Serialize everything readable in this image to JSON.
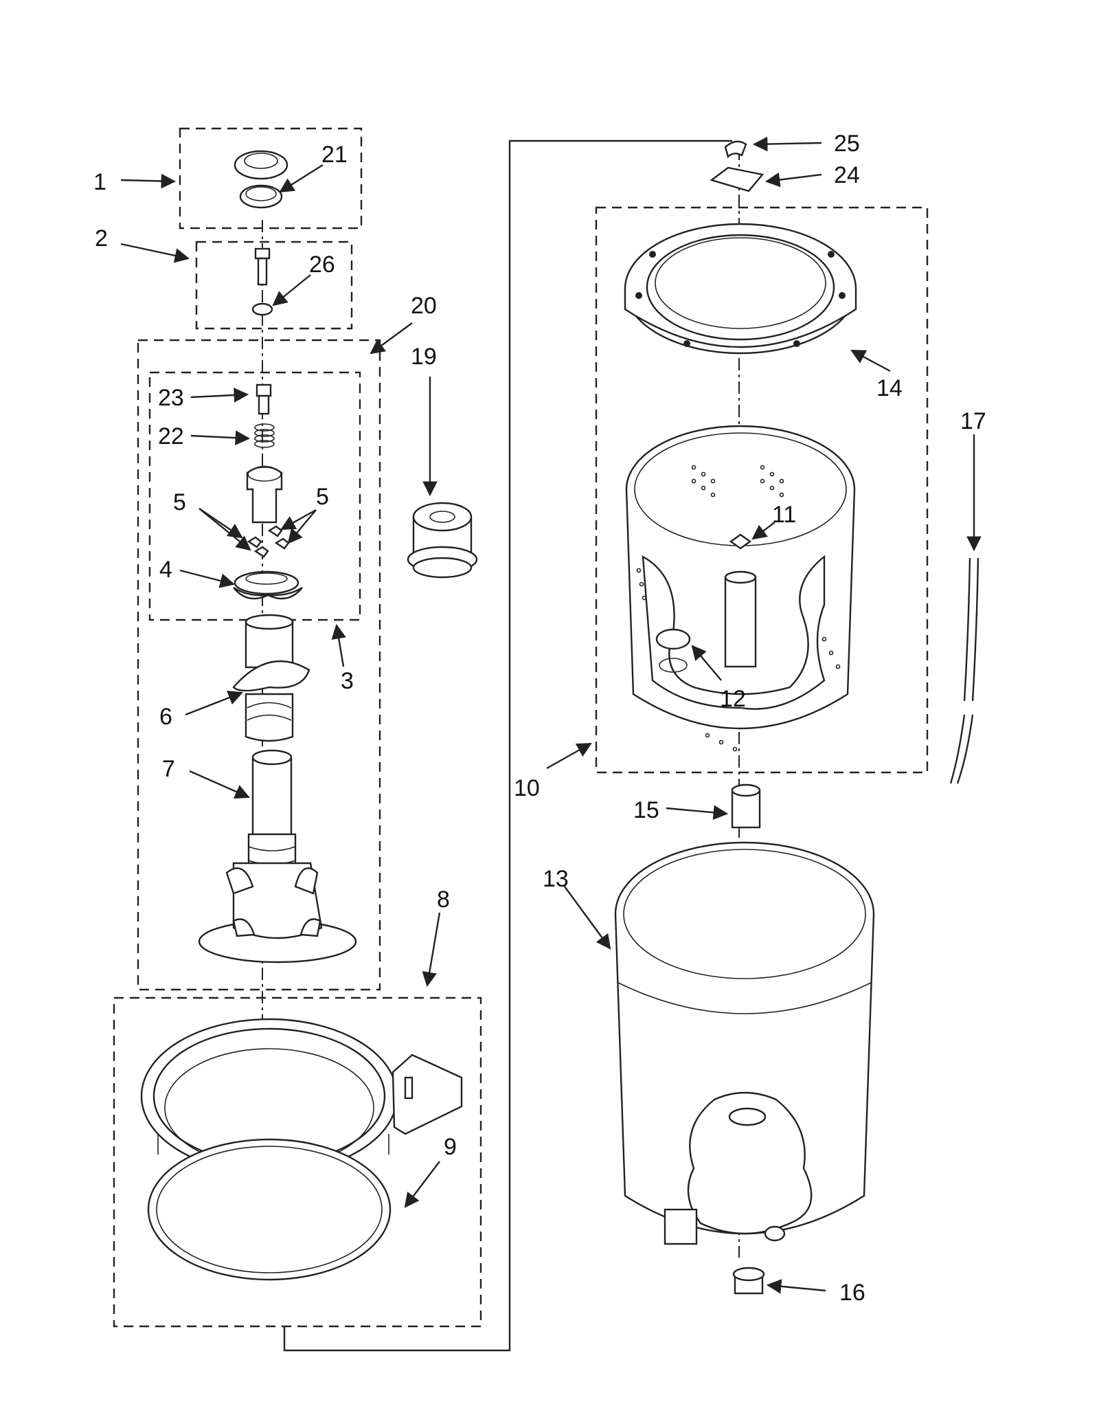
{
  "labels": {
    "l1": "1",
    "l2": "2",
    "l3": "3",
    "l4": "4",
    "l5a": "5",
    "l5b": "5",
    "l6": "6",
    "l7": "7",
    "l8": "8",
    "l9": "9",
    "l10": "10",
    "l11": "11",
    "l12": "12",
    "l13": "13",
    "l14": "14",
    "l15": "15",
    "l16": "16",
    "l17": "17",
    "l19": "19",
    "l20": "20",
    "l21": "21",
    "l22": "22",
    "l23": "23",
    "l24": "24",
    "l25": "25",
    "l26": "26"
  }
}
